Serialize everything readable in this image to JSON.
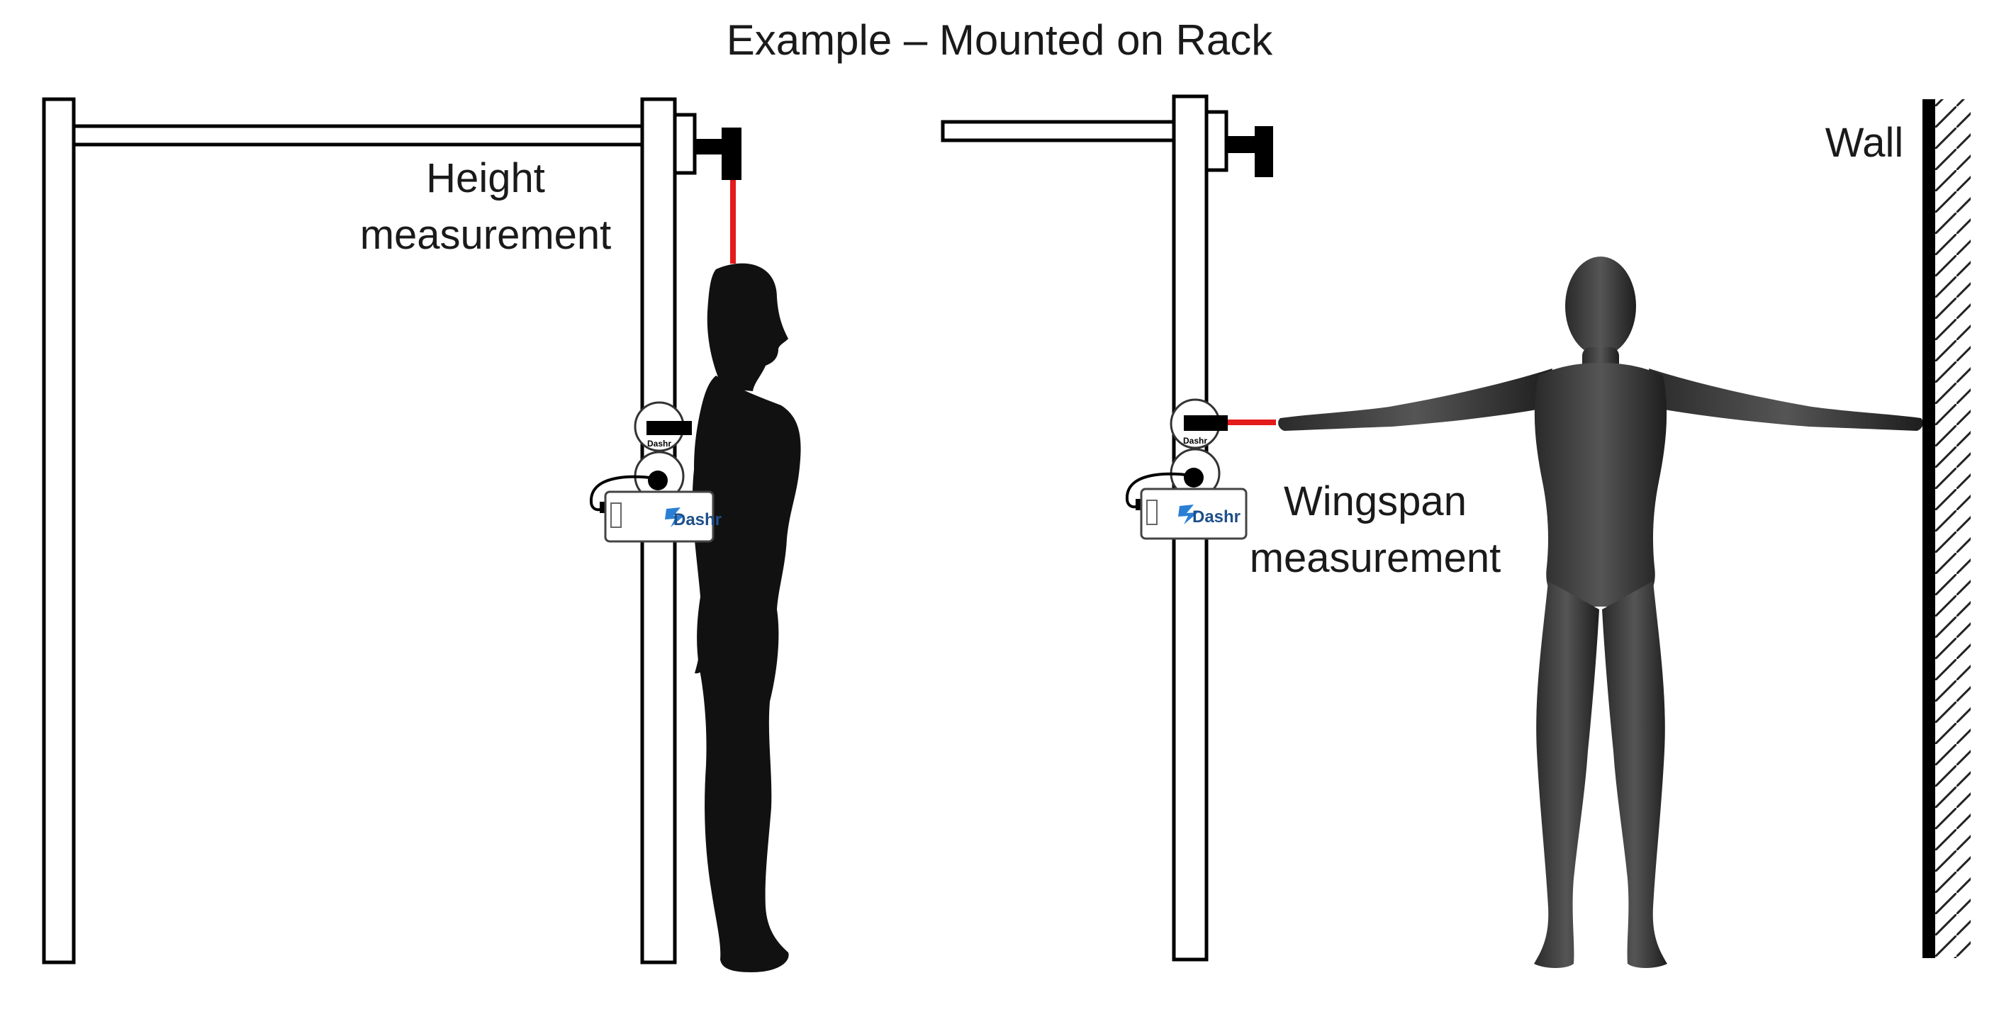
{
  "title": "Example – Mounted on Rack",
  "labels": {
    "height": [
      "Height",
      "measurement"
    ],
    "wingspan": [
      "Wingspan",
      "measurement"
    ],
    "wall": "Wall"
  },
  "device": {
    "brand": "Dashr",
    "icon": "lightning-logo-icon"
  },
  "colors": {
    "laser": "#e31b1b",
    "frame": "#000000",
    "brand": "#2a7fd4",
    "silhouette": "#111111"
  }
}
